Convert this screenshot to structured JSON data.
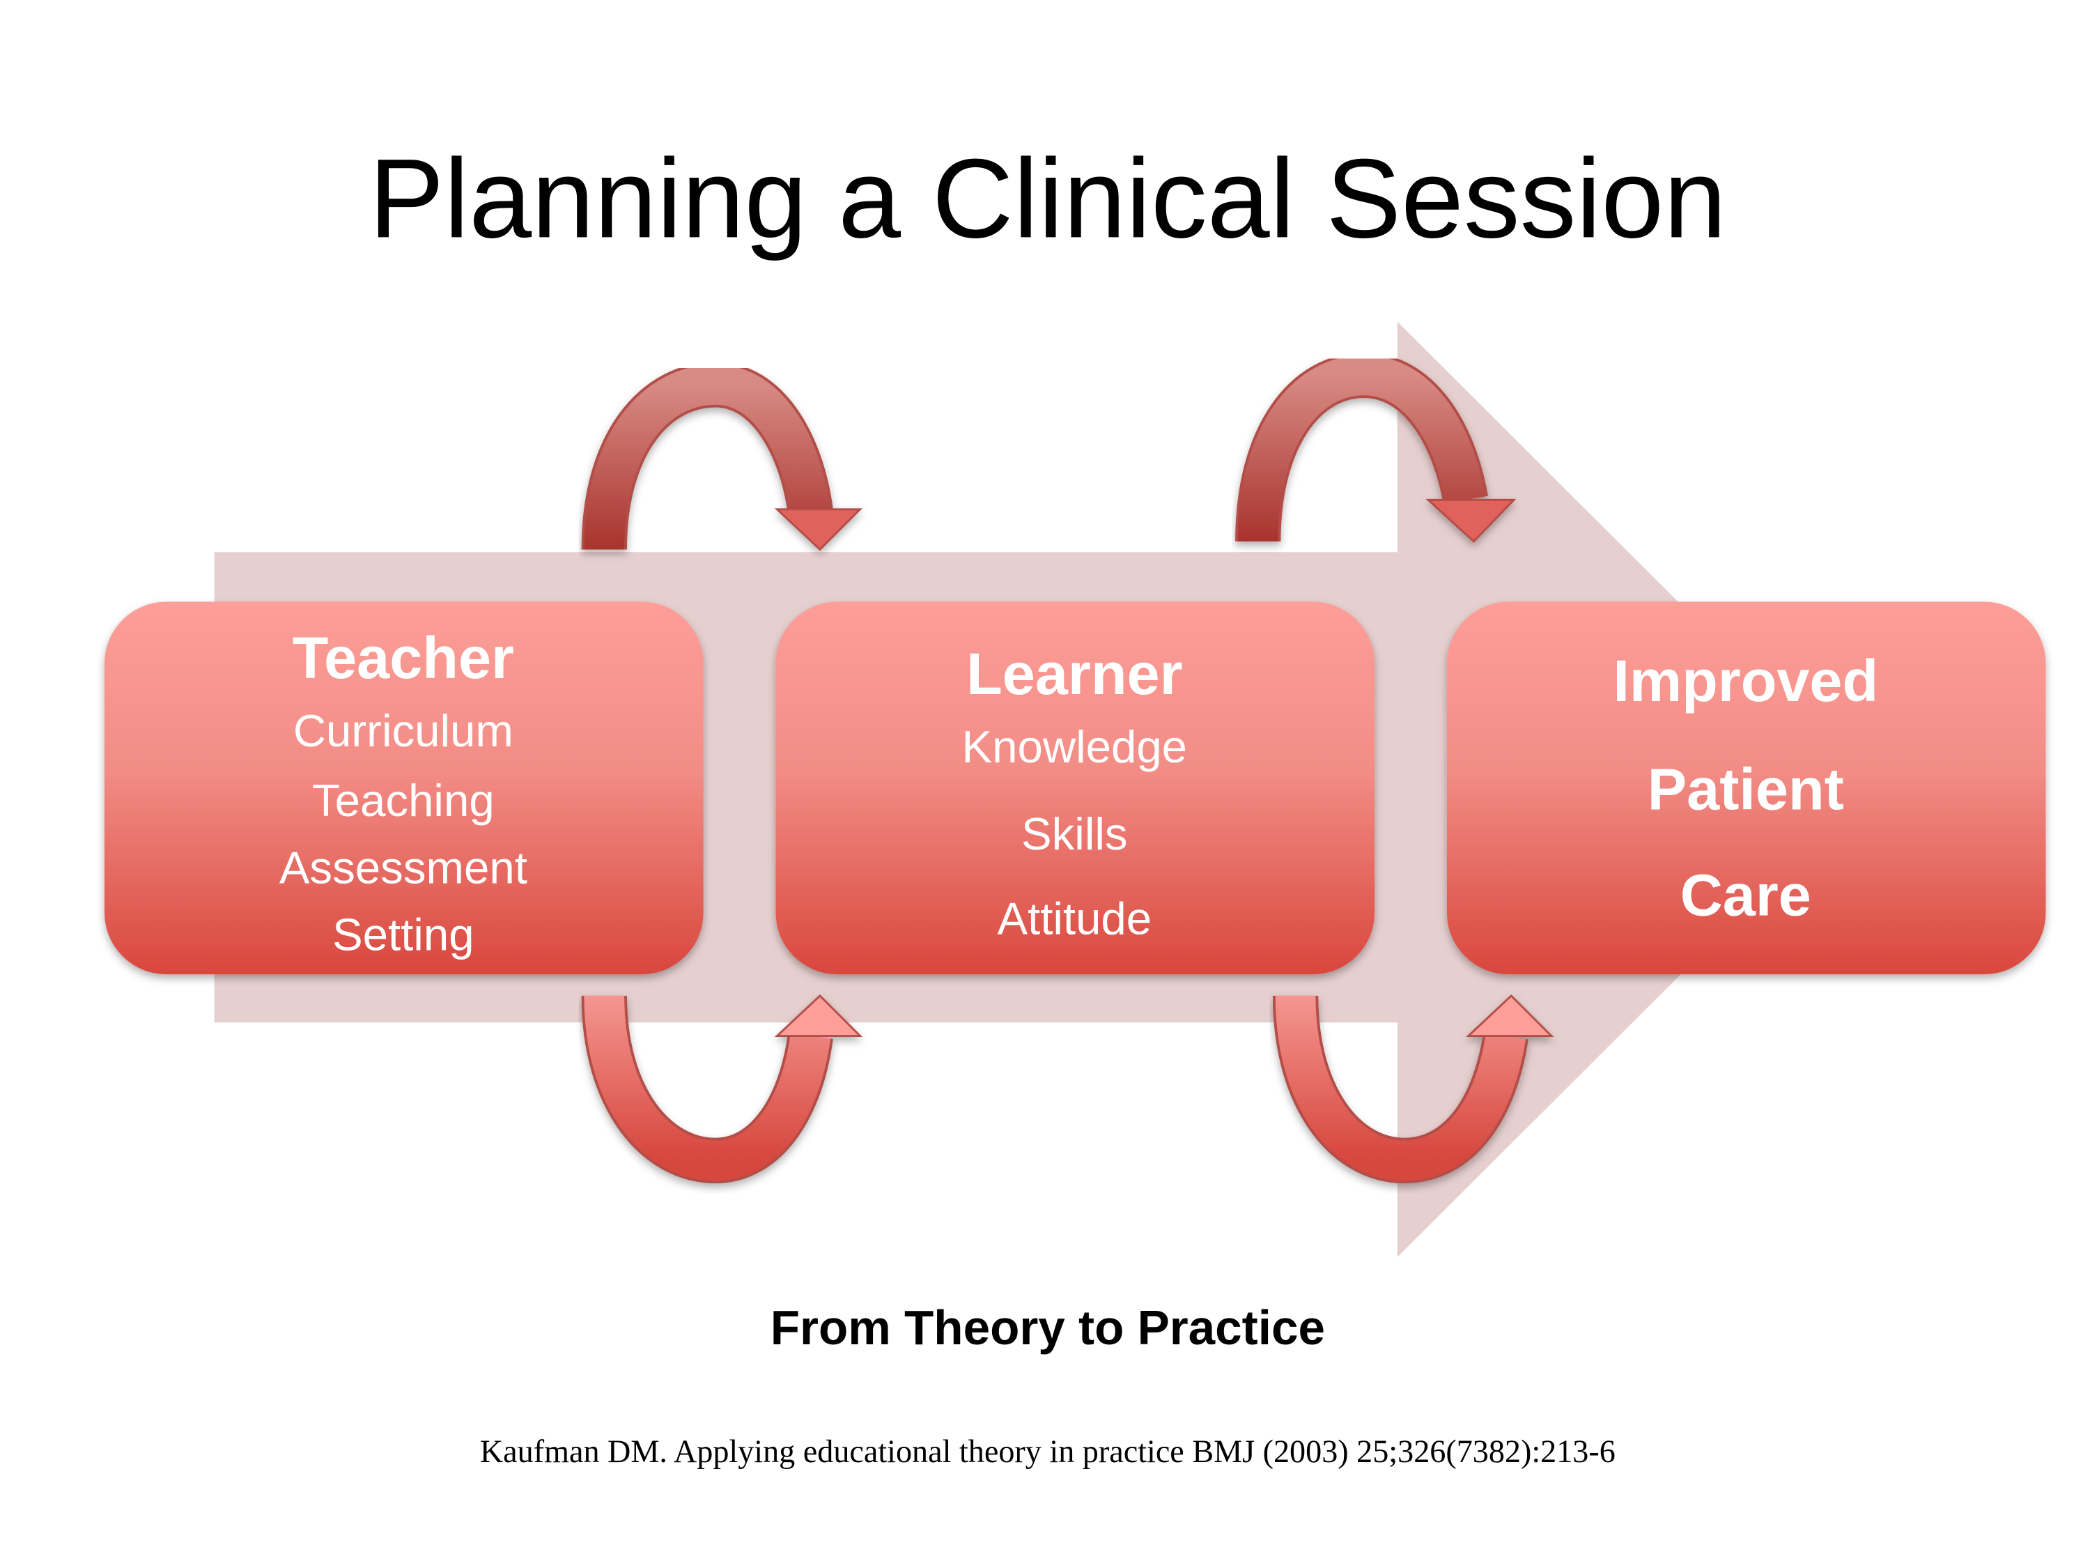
{
  "title": "Planning a Clinical Session",
  "boxes": [
    {
      "heading": "Teacher",
      "items": [
        "Curriculum",
        "Teaching",
        "Assessment",
        "Setting"
      ]
    },
    {
      "heading": "Learner",
      "items": [
        "Knowledge",
        "Skills",
        "Attitude"
      ]
    },
    {
      "heading": "",
      "items": [
        "Improved",
        "Patient",
        "Care"
      ]
    }
  ],
  "subtitle": "From Theory to Practice",
  "citation": "Kaufman DM. Applying educational theory in practice BMJ (2003) 25;326(7382):213-6",
  "colors": {
    "box_top": "#fd9e98",
    "box_bottom": "#d9473d",
    "big_arrow": "#e6cfcf",
    "cycle_arrow": "#e0625a"
  }
}
